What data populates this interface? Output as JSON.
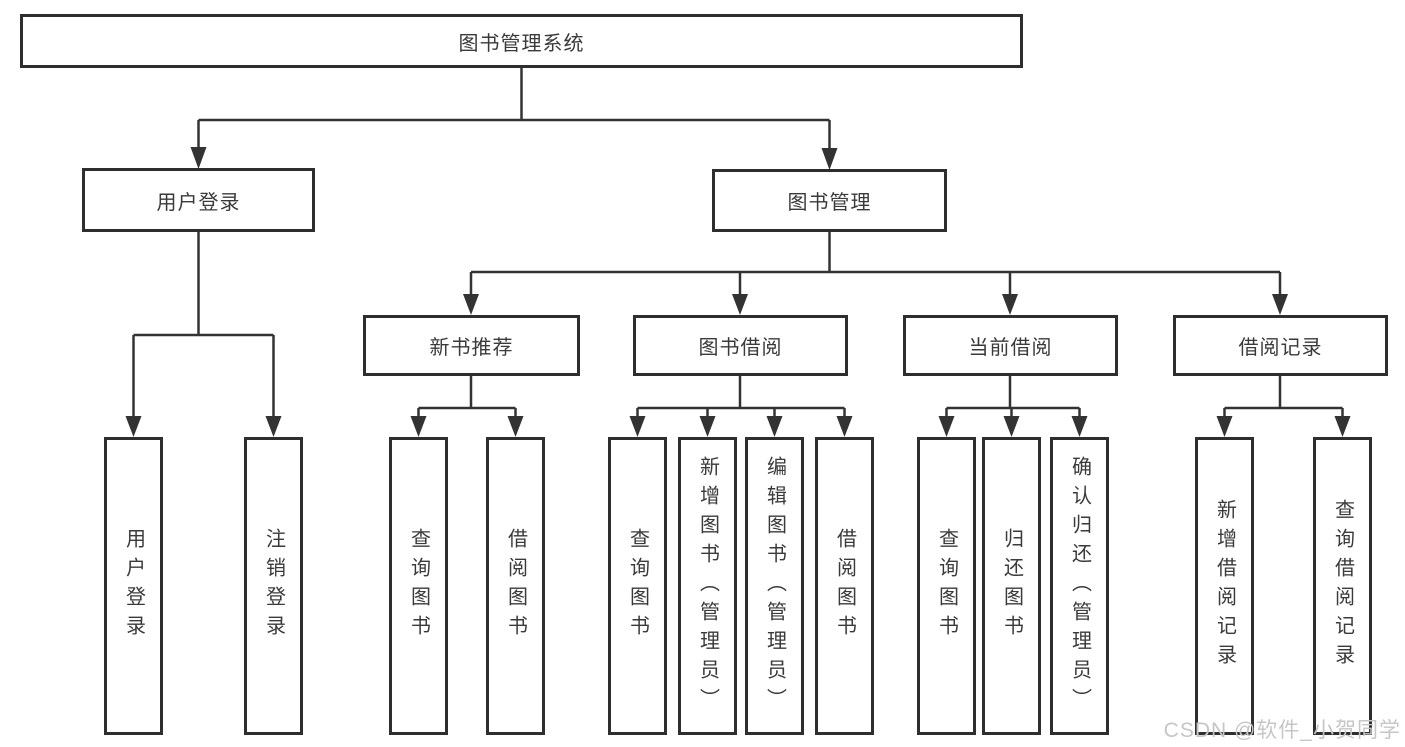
{
  "root": {
    "label": "图书管理系统"
  },
  "level2": {
    "user_login": {
      "label": "用户登录"
    },
    "book_mgmt": {
      "label": "图书管理"
    }
  },
  "level3": {
    "new_books": {
      "label": "新书推荐"
    },
    "borrowing": {
      "label": "图书借阅"
    },
    "current": {
      "label": "当前借阅"
    },
    "records": {
      "label": "借阅记录"
    }
  },
  "leaves": {
    "login": {
      "label": "用户登录"
    },
    "logout": {
      "label": "注销登录"
    },
    "nb_query": {
      "label": "查询图书"
    },
    "nb_borrow": {
      "label": "借阅图书"
    },
    "bw_query": {
      "label": "查询图书"
    },
    "bw_add": {
      "label": "新增图书（管理员）"
    },
    "bw_edit": {
      "label": "编辑图书（管理员）"
    },
    "bw_borrow": {
      "label": "借阅图书"
    },
    "cur_query": {
      "label": "查询图书"
    },
    "cur_return": {
      "label": "归还图书"
    },
    "cur_confirm": {
      "label": "确认归还（管理员）"
    },
    "rec_add": {
      "label": "新增借阅记录"
    },
    "rec_query": {
      "label": "查询借阅记录"
    }
  },
  "watermark": {
    "text": "CSDN @软件_小贺同学"
  },
  "colors": {
    "line": "#333333",
    "border": "#2e2e2e",
    "text": "#3a3a3a",
    "watermark": "#c6c6c6",
    "background": "#ffffff"
  }
}
